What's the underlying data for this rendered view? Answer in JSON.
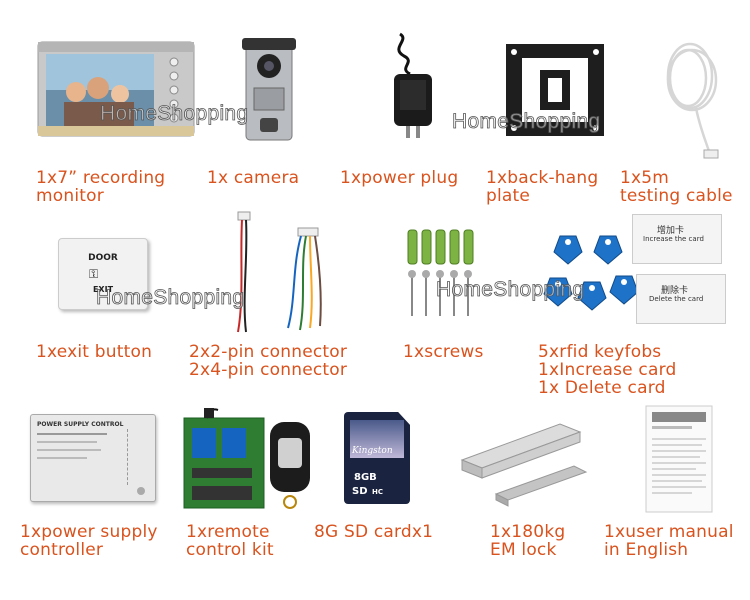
{
  "watermark": "HomeShopping",
  "items": [
    {
      "id": "monitor",
      "caption": "1x7” recording\nmonitor"
    },
    {
      "id": "camera",
      "caption": "1x camera"
    },
    {
      "id": "power-plug",
      "caption": "1xpower plug"
    },
    {
      "id": "back-hang-plate",
      "caption": "1xback-hang\nplate"
    },
    {
      "id": "testing-cable",
      "caption": "1x5m\ntesting cable"
    },
    {
      "id": "exit-button",
      "caption": "1xexit button",
      "labels": [
        "DOOR",
        "EXIT"
      ]
    },
    {
      "id": "pin-connectors",
      "caption": "2x2-pin connector\n2x4-pin connector"
    },
    {
      "id": "screws",
      "caption": "1xscrews"
    },
    {
      "id": "rfid-keyfobs",
      "caption": "5xrfid keyfobs\n1xIncrease card\n1x Delete card",
      "labels": [
        "增加卡",
        "Increase the card",
        "删除卡",
        "Delete the card"
      ]
    },
    {
      "id": "power-supply-controller",
      "caption": "1xpower supply\ncontroller",
      "labels": [
        "POWER SUPPLY CONTROL"
      ]
    },
    {
      "id": "remote-control-kit",
      "caption": "1xremote\ncontrol kit"
    },
    {
      "id": "sd-card",
      "caption": "8G SD cardx1",
      "labels": [
        "Kingston",
        "8GB",
        "SD",
        "HC"
      ]
    },
    {
      "id": "em-lock",
      "caption": "1x180kg\nEM lock"
    },
    {
      "id": "user-manual",
      "caption": "1xuser manual\nin English"
    }
  ]
}
